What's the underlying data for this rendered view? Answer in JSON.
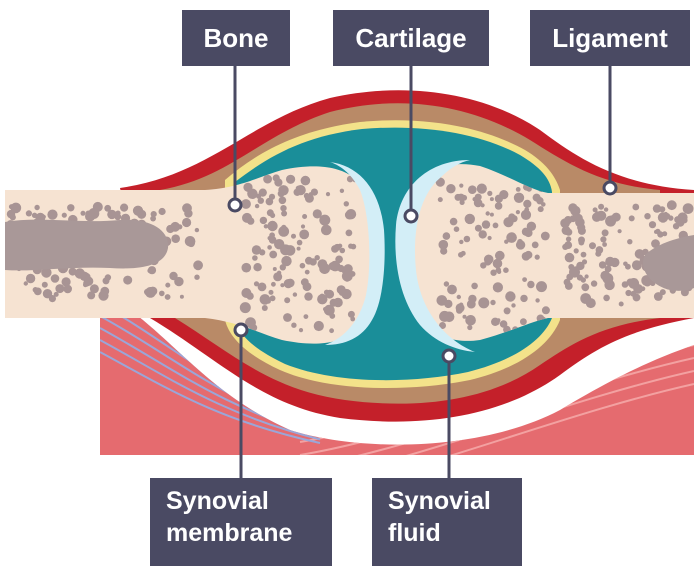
{
  "labels": {
    "bone": "Bone",
    "cartilage": "Cartilage",
    "ligament": "Ligament",
    "synovial_membrane": [
      "Synovial",
      "membrane"
    ],
    "synovial_fluid": [
      "Synovial",
      "fluid"
    ]
  },
  "colors": {
    "label_bg": "#4a4a63",
    "label_text": "#ffffff",
    "bone": "#f6e3d2",
    "bone_spots": "#a89494",
    "marrow": "#a99898",
    "cartilage": "#d3eef7",
    "synovial_fluid": "#1a8e99",
    "synovial_membrane": "#f3e28a",
    "capsule": "#b98a67",
    "ligament": "#c4202a",
    "muscle": "#e56b6f",
    "muscle_blue": "#6f7fbf"
  }
}
